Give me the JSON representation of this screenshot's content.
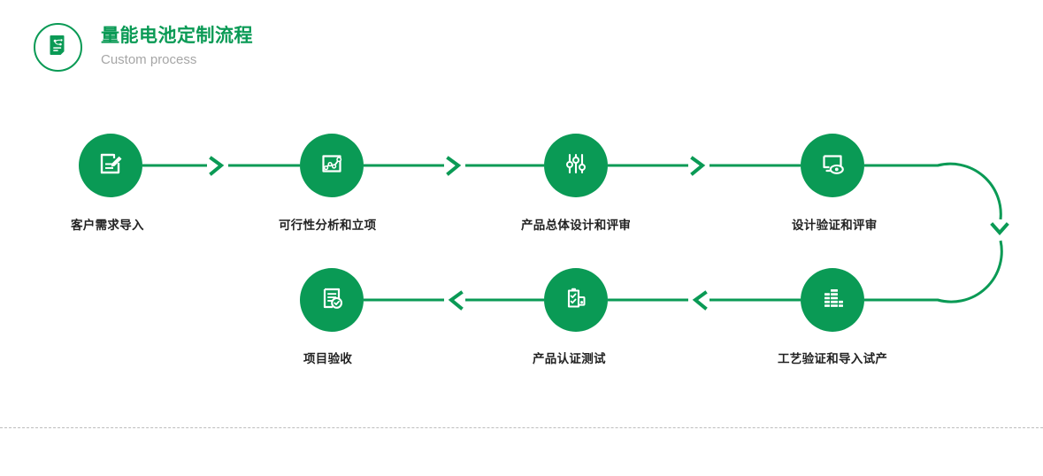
{
  "header": {
    "badge_icon": "flowchart-document-icon",
    "title": "量能电池定制流程",
    "subtitle": "Custom process"
  },
  "theme": {
    "brand_green": "#0A9A55",
    "title_green": "#0A9A55",
    "subtitle_gray": "#A6A6A6",
    "label_dark": "#222222",
    "divider_gray": "#BDBDBD",
    "background": "#FFFFFF"
  },
  "flow": {
    "top_row": [
      {
        "step": 1,
        "label": "客户需求导入",
        "icon": "document-edit-icon"
      },
      {
        "step": 2,
        "label": "可行性分析和立项",
        "icon": "line-chart-frame-icon"
      },
      {
        "step": 3,
        "label": "产品总体设计和评审",
        "icon": "sliders-icon"
      },
      {
        "step": 4,
        "label": "设计验证和评审",
        "icon": "monitor-eye-icon"
      }
    ],
    "bottom_row": [
      {
        "step": 5,
        "label": "工艺验证和导入试产",
        "icon": "equalizer-bars-icon"
      },
      {
        "step": 6,
        "label": "产品认证测试",
        "icon": "clipboard-check-icon"
      },
      {
        "step": 7,
        "label": "项目验收",
        "icon": "document-approved-icon"
      }
    ],
    "connectors": {
      "top_arrows": [
        "chevron-right-icon",
        "chevron-right-icon",
        "chevron-right-icon"
      ],
      "loop_arrow": "chevron-down-icon",
      "bottom_arrows": [
        "chevron-left-icon",
        "chevron-left-icon"
      ]
    }
  }
}
